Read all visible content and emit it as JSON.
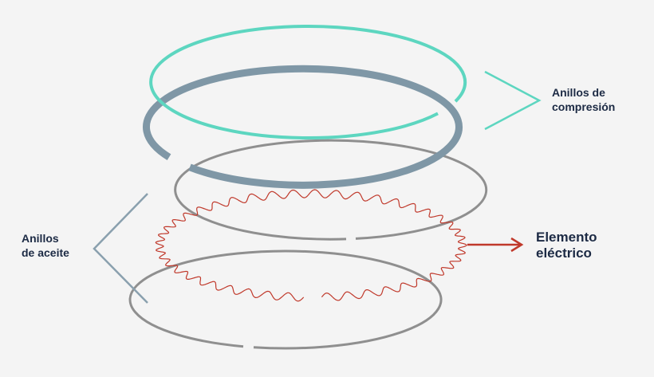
{
  "labels": {
    "compression_rings": [
      "Anillos de",
      "compresión"
    ],
    "oil_rings": [
      "Anillos",
      "de aceite"
    ],
    "heating_element": [
      "Elemento",
      "eléctrico"
    ]
  },
  "colors": {
    "background": "#f4f4f4",
    "compression_ring_top": "#5dd6c0",
    "compression_ring_second": "#7f97a6",
    "oil_ring": "#8f8f8f",
    "heating_wire": "#c0392b",
    "compression_bracket": "#5dd6c0",
    "oil_bracket": "#8aa0ae",
    "arrow": "#c0392b",
    "label_text": "#1c2a44"
  }
}
